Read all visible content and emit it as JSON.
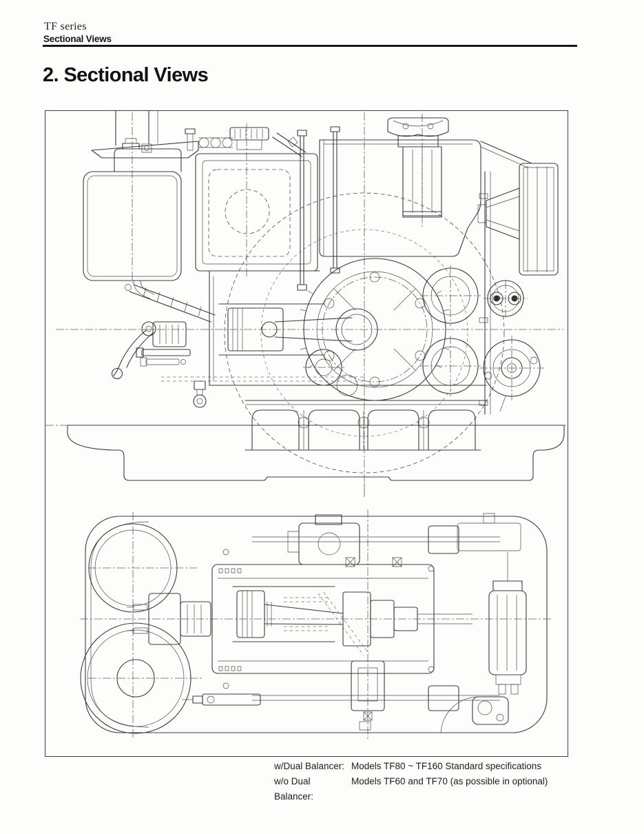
{
  "header": {
    "series": "TF series",
    "section": "Sectional Views"
  },
  "title": "2. Sectional Views",
  "caption": {
    "rows": [
      {
        "label": "w/Dual Balancer:",
        "value": "Models TF80 ~ TF160 Standard specifications"
      },
      {
        "label": "w/o Dual Balancer:",
        "value": "Models TF60 and TF70 (as possible in optional)"
      }
    ]
  },
  "colors": {
    "ink": "#1a1a1a",
    "line": "#3a3a3a",
    "frame": "#3f3f3f",
    "rule": "#171717",
    "paper": "#fdfdfb"
  }
}
